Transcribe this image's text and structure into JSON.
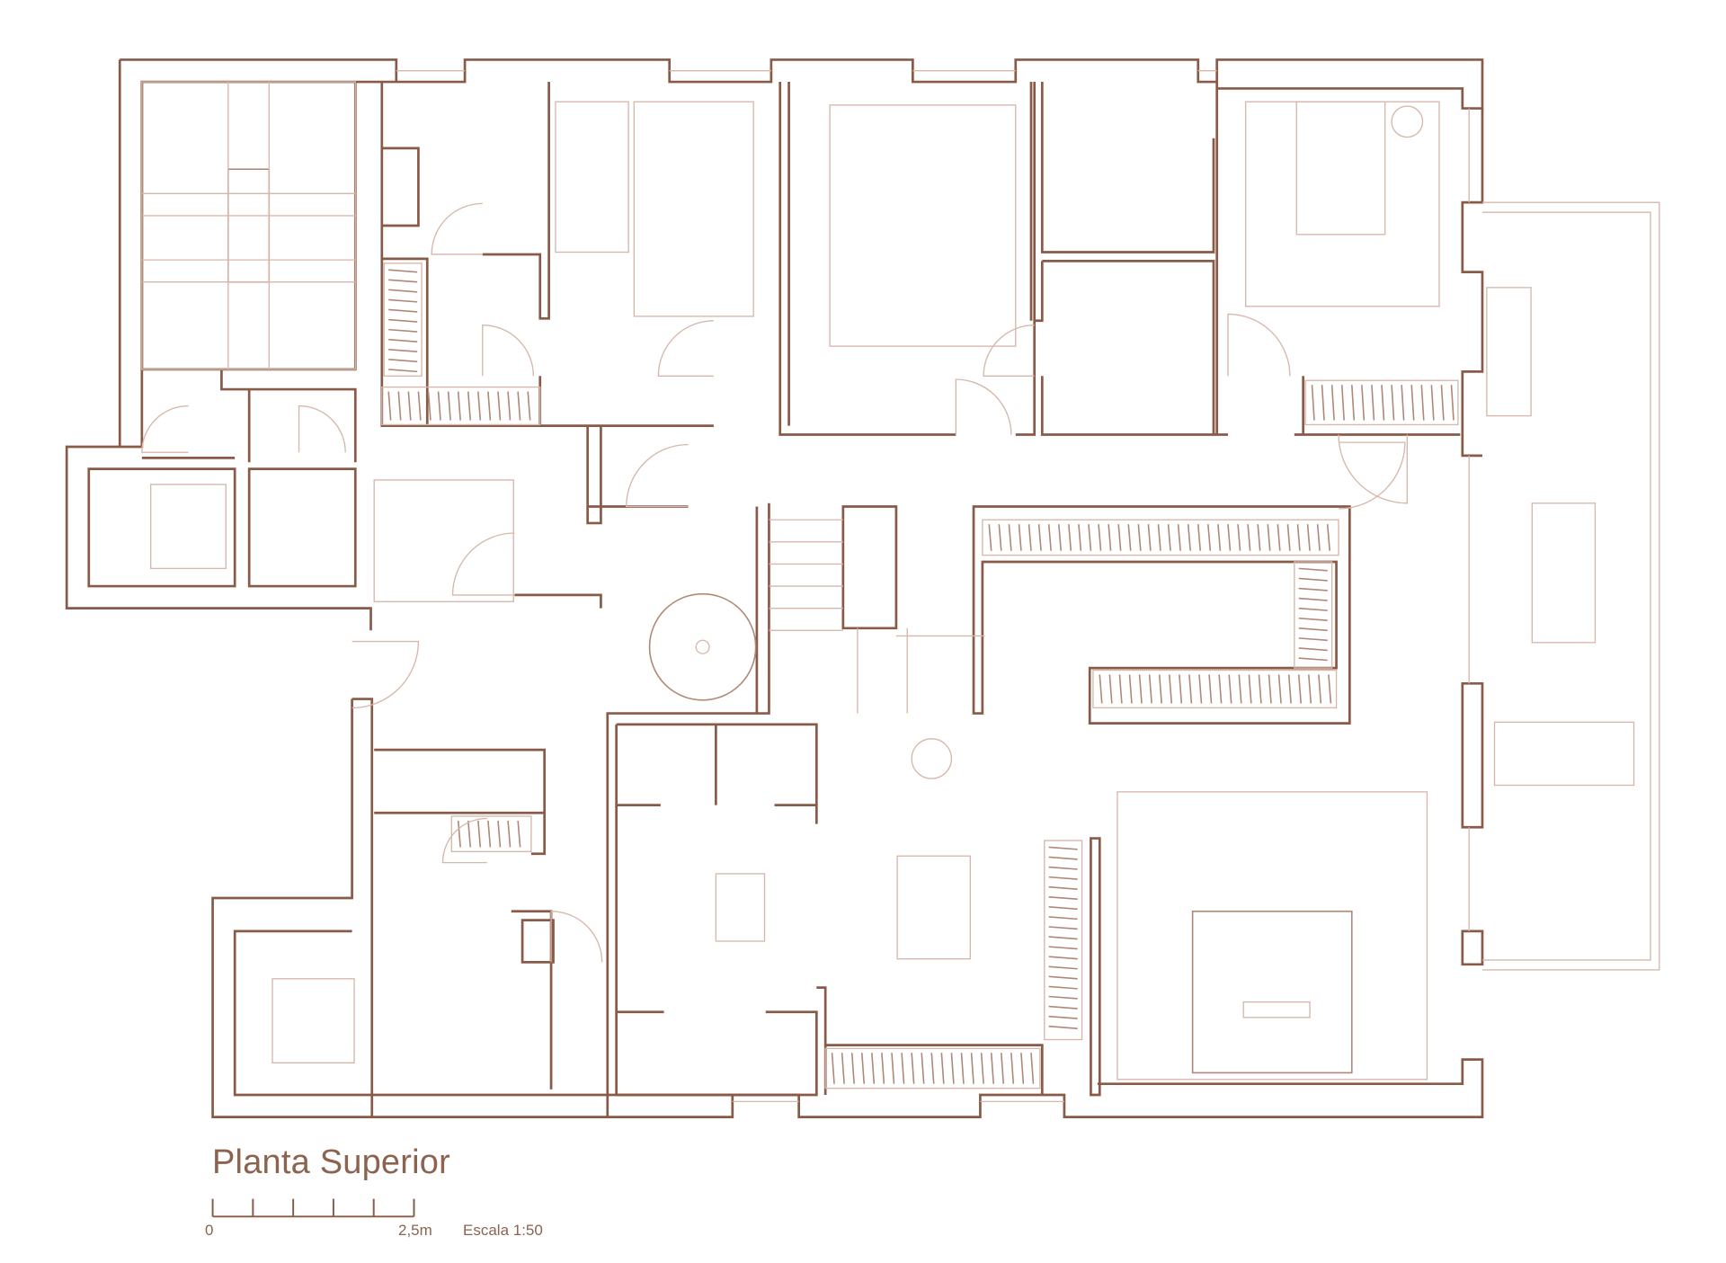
{
  "title": "Planta Superior",
  "scale_bar": {
    "start_label": "0",
    "end_label": "2,5m",
    "scale_label": "Escala 1:50",
    "divisions": 5
  },
  "colors": {
    "wall": "#8a5a48",
    "furniture": "#d6b8ab",
    "text": "#8b6450"
  }
}
